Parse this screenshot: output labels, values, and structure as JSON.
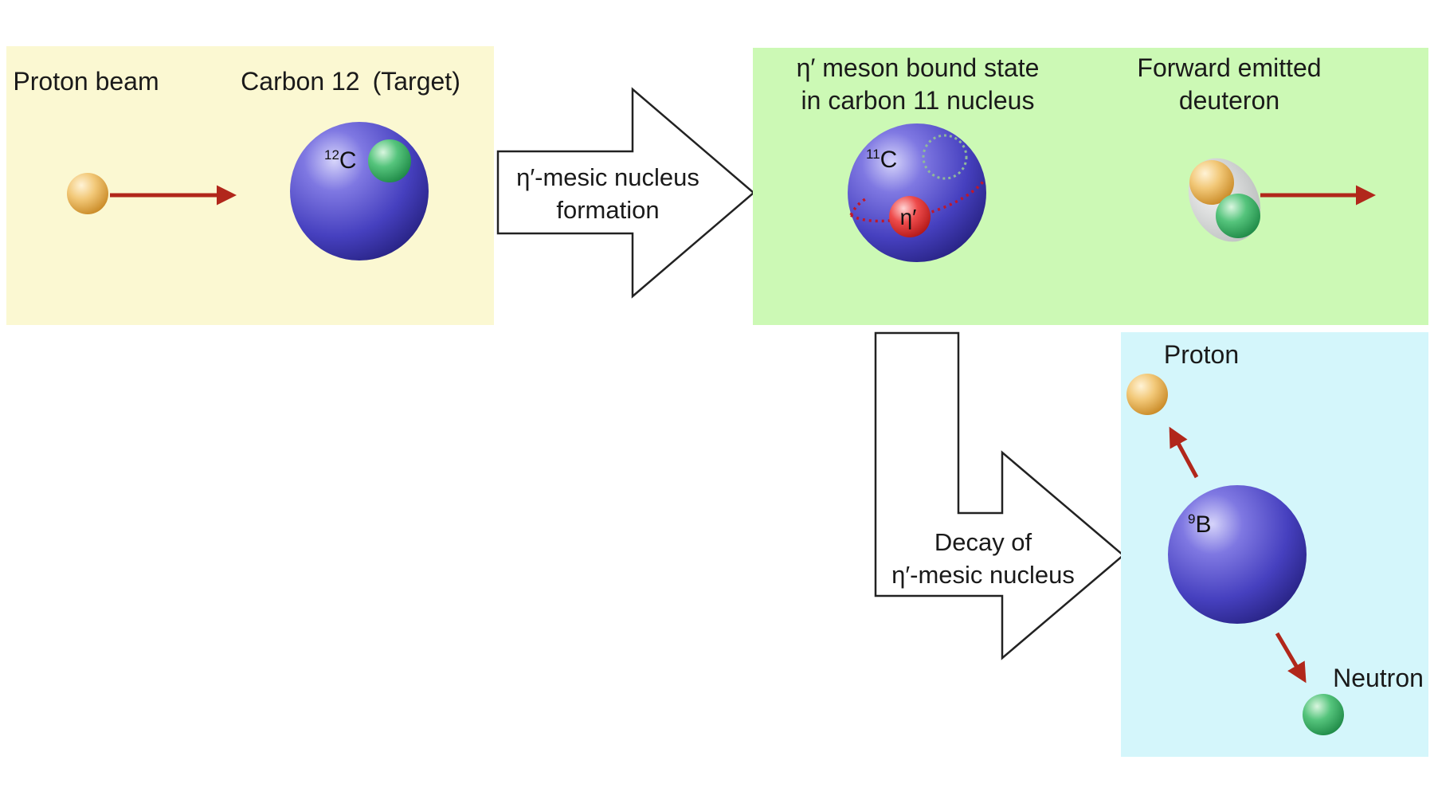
{
  "panels": {
    "initial": {
      "color": "#fbf8d2",
      "beam_label": "Proton beam",
      "target_label": "Carbon 12 (Target)",
      "nucleus": {
        "mass": "12",
        "symbol": "C"
      }
    },
    "bound": {
      "color": "#ccf9b5",
      "label_line1": "η′ meson bound state",
      "label_line2": "in carbon 11 nucleus",
      "nucleus": {
        "mass": "11",
        "symbol": "C"
      },
      "meson_label": "η′",
      "deuteron_line1": "Forward emitted",
      "deuteron_line2": "deuteron"
    },
    "decay": {
      "color": "#d4f6fb",
      "proton_label": "Proton",
      "nucleus": {
        "mass": "9",
        "symbol": "B"
      },
      "neutron_label": "Neutron"
    }
  },
  "arrows": {
    "formation": {
      "line1": "η′-mesic nucleus",
      "line2": "formation"
    },
    "decay": {
      "line1": "Decay of",
      "line2": "η′-mesic nucleus"
    }
  },
  "colors": {
    "arrow_red": "#b1271b",
    "nucleus_blue": "#4a44c4",
    "proton_orange": "#e9b152",
    "neutron_green": "#3fb56b",
    "meson_red": "#e03a3a"
  },
  "icons": {
    "proton": "orange-sphere",
    "neutron": "green-sphere",
    "nucleus": "blue-sphere",
    "meson": "red-sphere"
  }
}
